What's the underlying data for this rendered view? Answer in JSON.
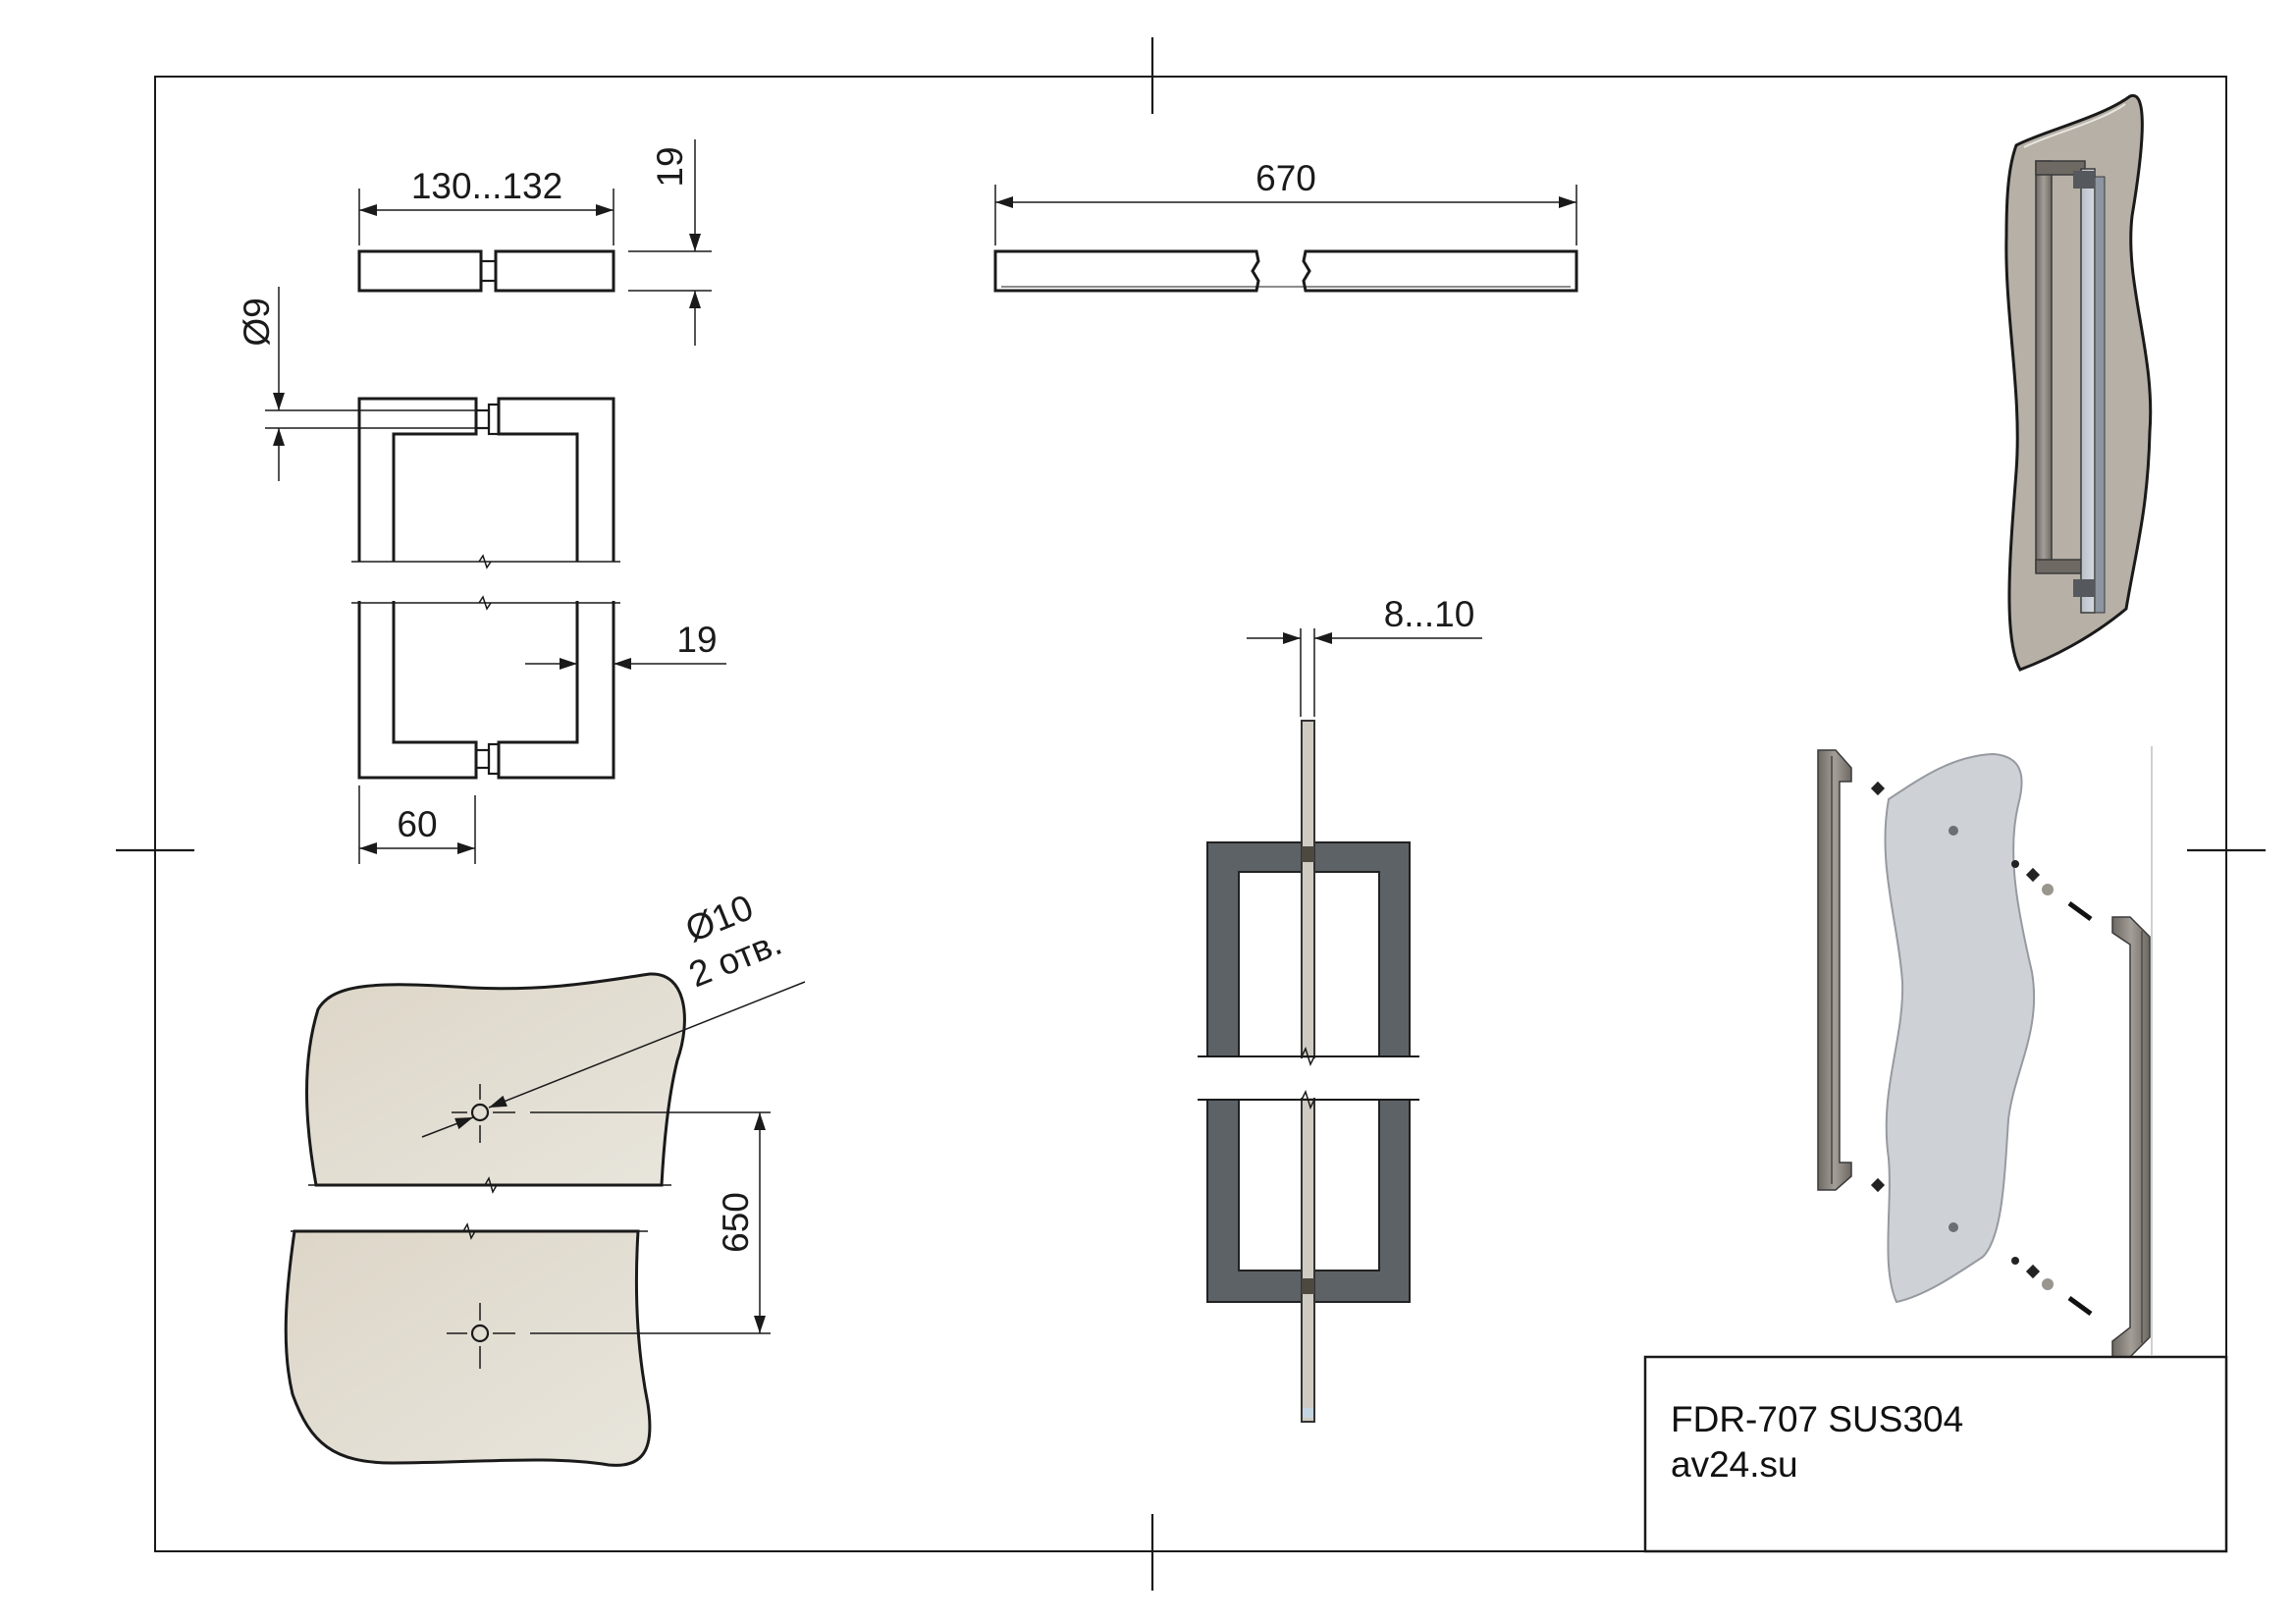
{
  "title_block": {
    "model": "FDR-707 SUS304",
    "site": "av24.su"
  },
  "dimensions": {
    "handle_spacing": "130...132",
    "bar_thickness_side": "19",
    "overall_length": "670",
    "pin_diameter": "Ø9",
    "bar_thickness_front": "19",
    "handle_depth": "60",
    "glass_thickness": "8...10",
    "hole_diameter": "Ø10",
    "hole_count": "2 отв.",
    "hole_spacing": "650"
  },
  "colors": {
    "glass_fill": "#ddd8cc",
    "glass_fill_light": "#e6e2d8",
    "handle_dark": "#5a5f63",
    "glass_edge": "#cfcfcb",
    "steel": "#8a8580"
  }
}
